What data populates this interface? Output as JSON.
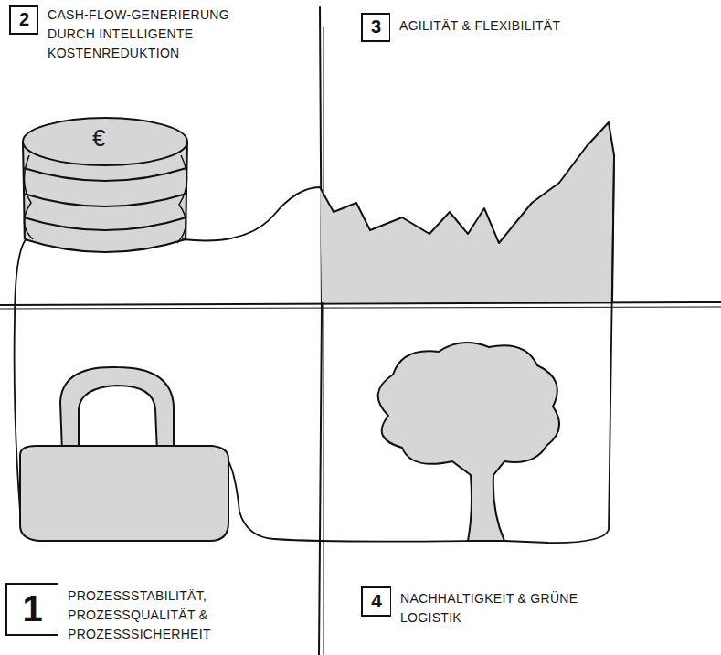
{
  "diagram": {
    "nodes": [
      {
        "text": [
          "2",
          "CASH-FLOW-GENERIERUNG DURCH INTELLIGENTE KOSTENREDUKTION"
        ]
      },
      {
        "text": [
          "3",
          "AGILITÄT & FLEXIBILITÄT"
        ]
      },
      {
        "text": [
          "1",
          "PROZESSSTABILITÄT, PROZESSQUALITÄT & PROZESSSICHERHEIT"
        ]
      },
      {
        "text": [
          "4",
          "NACHHALTIGKEIT & GRÜNE LOGISTIK"
        ]
      }
    ],
    "labels": [
      "€"
    ]
  }
}
